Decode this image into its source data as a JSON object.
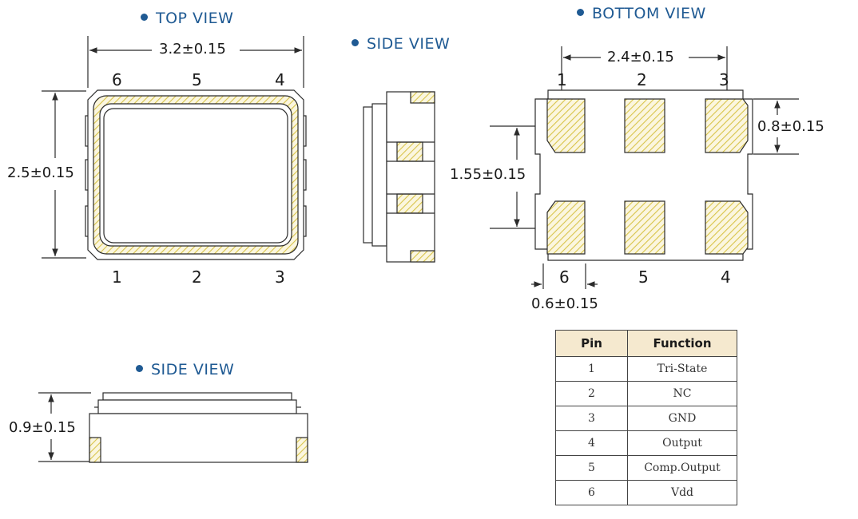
{
  "titles": {
    "top_view": "TOP VIEW",
    "side_view_right": "SIDE VIEW",
    "bottom_view": "BOTTOM VIEW",
    "side_view_bottom": "SIDE VIEW"
  },
  "dimensions": {
    "top_width": "3.2±0.15",
    "top_height": "2.5±0.15",
    "bottom_pad_span": "2.4±0.15",
    "bottom_pad_height": "0.8±0.15",
    "bottom_pad_pitch": "1.55±0.15",
    "bottom_pad_width": "0.6±0.15",
    "side_height": "0.9±0.15"
  },
  "top_view_pins": {
    "top_row": [
      "6",
      "5",
      "4"
    ],
    "bottom_row": [
      "1",
      "2",
      "3"
    ]
  },
  "bottom_view_pins": {
    "top_row": [
      "1",
      "2",
      "3"
    ],
    "bottom_row": [
      "6",
      "5",
      "4"
    ]
  },
  "pin_table": {
    "headers": [
      "Pin",
      "Function"
    ],
    "rows": [
      [
        "1",
        "Tri-State"
      ],
      [
        "2",
        "NC"
      ],
      [
        "3",
        "GND"
      ],
      [
        "4",
        "Output"
      ],
      [
        "5",
        "Comp.Output"
      ],
      [
        "6",
        "Vdd"
      ]
    ]
  },
  "colors": {
    "title": "#1f5a93",
    "pad_hatch": "#d8c44a",
    "table_header": "#f5e9cf",
    "outline": "#2b2b2b"
  }
}
